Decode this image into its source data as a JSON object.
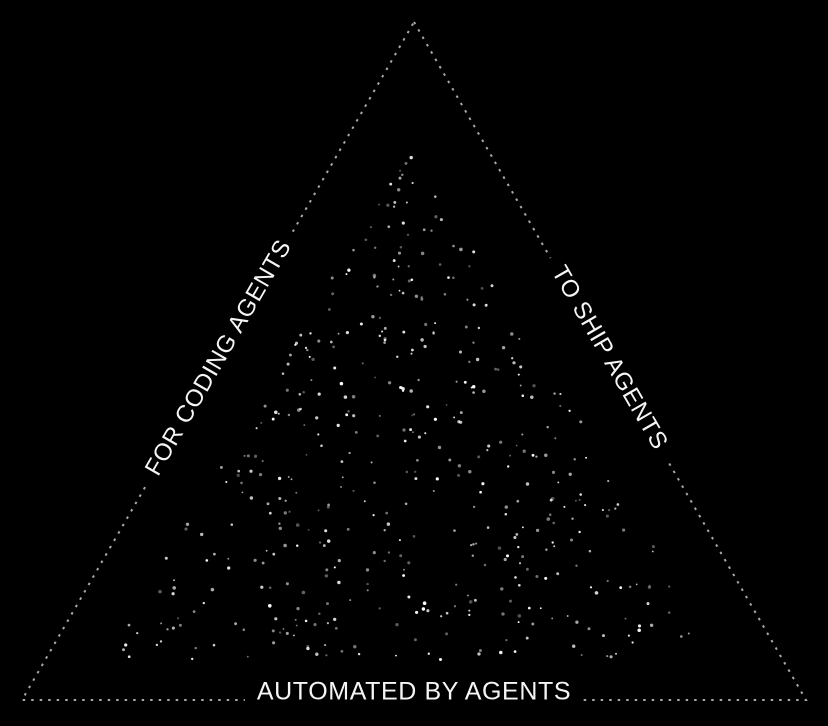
{
  "diagram": {
    "background_color": "#000000",
    "label_color": "#f5f5f5",
    "triangle": {
      "stroke_color": "#a8a8a8",
      "dash": "2.5 6"
    },
    "labels": {
      "left": "FOR CODING AGENTS",
      "right": "TO SHIP AGENTS",
      "bottom": "AUTOMATED BY AGENTS"
    },
    "scatter": {
      "point_count": 470,
      "seed": 12,
      "color": "#ffffff"
    }
  }
}
